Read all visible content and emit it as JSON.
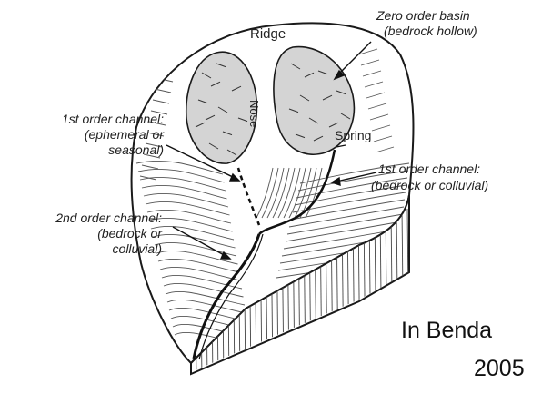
{
  "diagram": {
    "labels": {
      "ridge": "Ridge",
      "nose": "Nose",
      "spring": "Spring",
      "zero_order_line1": "Zero order basin",
      "zero_order_line2": "(bedrock hollow)",
      "first_order_left_line1": "1st order channel:",
      "first_order_left_line2": "(ephemeral or",
      "first_order_left_line3": "seasonal)",
      "first_order_right_line1": "1st order channel:",
      "first_order_right_line2": "(bedrock or colluvial)",
      "second_order_line1": "2nd order channel:",
      "second_order_line2": "(bedrock or",
      "second_order_line3": "colluvial)"
    },
    "credit": {
      "line1": "In Benda",
      "line2": "2005"
    },
    "colors": {
      "outline": "#1a1a1a",
      "hollow_fill": "#d4d4d4",
      "hatch": "#444444"
    }
  }
}
